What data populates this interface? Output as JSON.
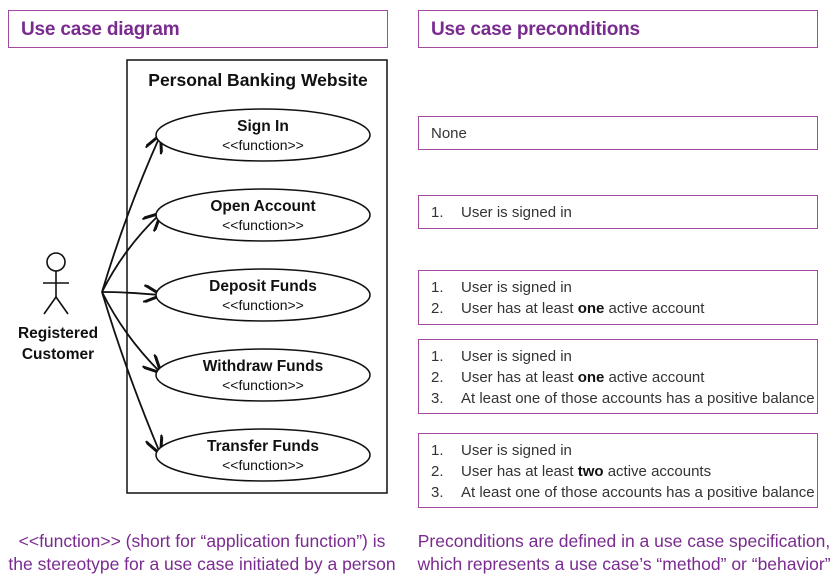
{
  "left_header": "Use case diagram",
  "right_header": "Use case preconditions",
  "diagram": {
    "system_title": "Personal Banking Website",
    "actor": {
      "line1": "Registered",
      "line2": "Customer"
    },
    "use_cases": [
      {
        "name": "Sign In",
        "stereotype": "<<function>>"
      },
      {
        "name": "Open Account",
        "stereotype": "<<function>>"
      },
      {
        "name": "Deposit Funds",
        "stereotype": "<<function>>"
      },
      {
        "name": "Withdraw Funds",
        "stereotype": "<<function>>"
      },
      {
        "name": "Transfer Funds",
        "stereotype": "<<function>>"
      }
    ]
  },
  "preconditions": [
    {
      "text": "None"
    },
    {
      "items": [
        {
          "num": "1.",
          "pre": "User is signed in",
          "bold": "",
          "post": ""
        }
      ]
    },
    {
      "items": [
        {
          "num": "1.",
          "pre": "User is signed in",
          "bold": "",
          "post": ""
        },
        {
          "num": "2.",
          "pre": "User has at least ",
          "bold": "one",
          "post": " active account"
        }
      ]
    },
    {
      "items": [
        {
          "num": "1.",
          "pre": "User is signed in",
          "bold": "",
          "post": ""
        },
        {
          "num": "2.",
          "pre": "User has at least ",
          "bold": "one",
          "post": " active account"
        },
        {
          "num": "3.",
          "pre": "At least one of those accounts has a positive balance",
          "bold": "",
          "post": ""
        }
      ]
    },
    {
      "items": [
        {
          "num": "1.",
          "pre": "User is signed in",
          "bold": "",
          "post": ""
        },
        {
          "num": "2.",
          "pre": "User has at least ",
          "bold": "two",
          "post": " active accounts"
        },
        {
          "num": "3.",
          "pre": "At least one of those accounts has a positive balance",
          "bold": "",
          "post": ""
        }
      ]
    }
  ],
  "captions": {
    "left": [
      "<<function>> (short for “application function”) is",
      "the stereotype for a use case initiated by a person"
    ],
    "right": [
      "Preconditions are defined in a use case specification,",
      "which represents a use case’s “method” or “behavior”"
    ]
  }
}
